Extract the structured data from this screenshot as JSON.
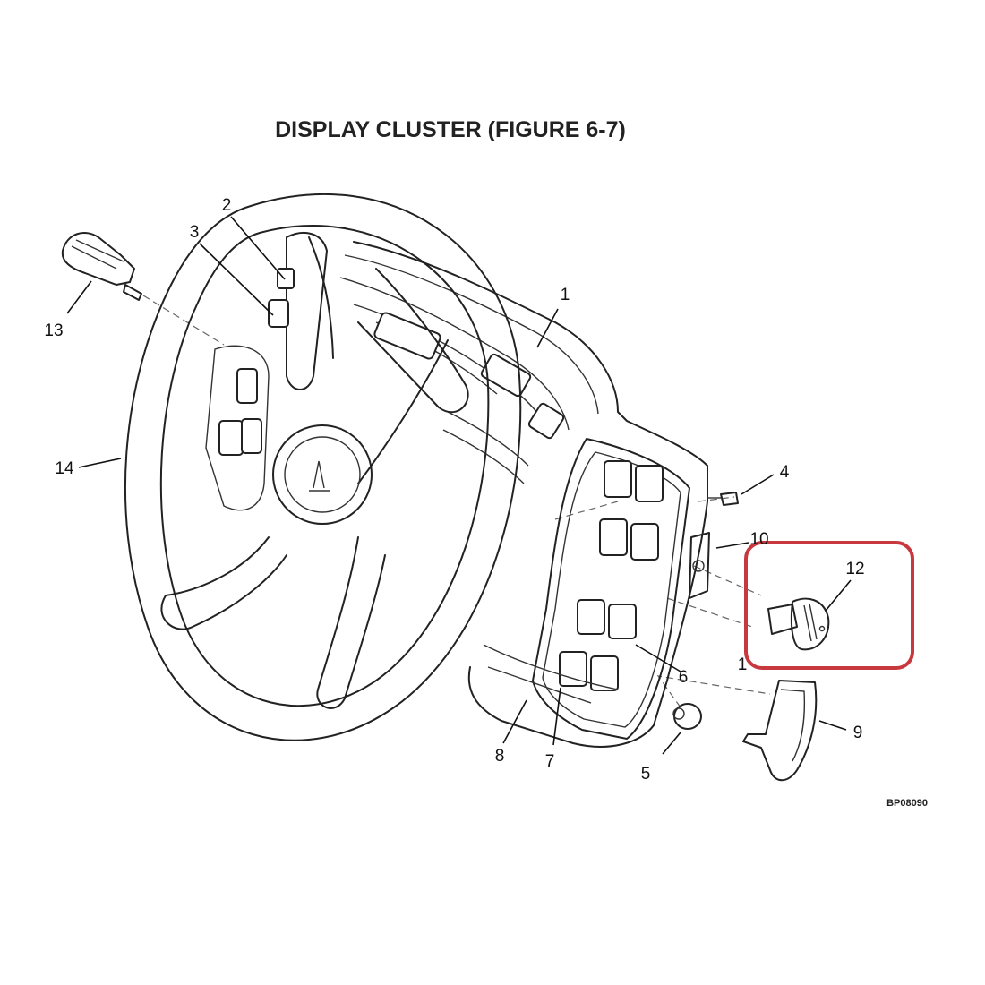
{
  "figure": {
    "title": "DISPLAY CLUSTER (FIGURE 6-7)",
    "code": "BP08090",
    "highlight_color": "#c8383f",
    "line_color": "#222222"
  },
  "callouts": {
    "c1": "1",
    "c2": "2",
    "c3": "3",
    "c4": "4",
    "c5": "5",
    "c6": "6",
    "c7": "7",
    "c8": "8",
    "c9": "9",
    "c10": "10",
    "c11": "1",
    "c12": "12",
    "c13": "13",
    "c14": "14"
  }
}
